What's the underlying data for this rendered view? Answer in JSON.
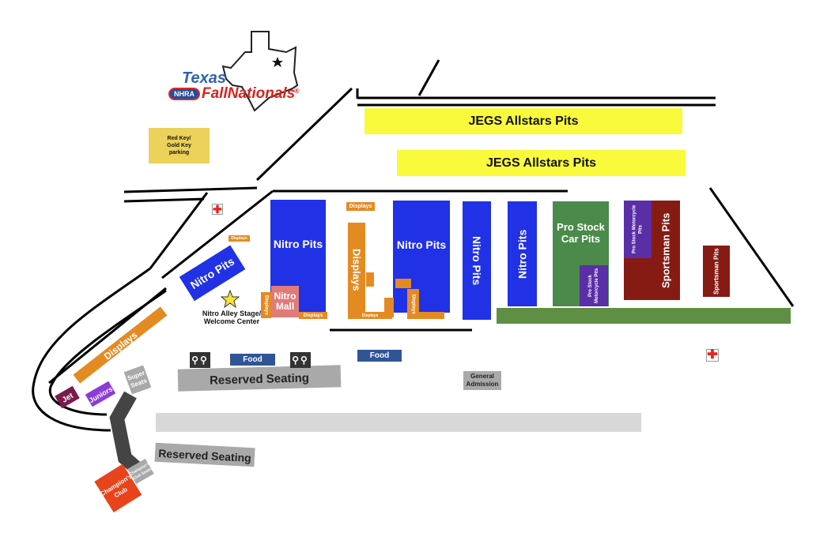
{
  "logo": {
    "line1": "Texas",
    "badge": "NHRA",
    "line2": "FallNationals",
    "reg": "®"
  },
  "zones": {
    "jegs_top": "JEGS Allstars Pits",
    "jegs_bottom": "JEGS Allstars Pits",
    "red_key_line1": "Red Key/",
    "red_key_line2": "Gold Key",
    "red_key_line3": "parking",
    "nitro_pits_angled": "Nitro Pits",
    "nitro_pits_1": "Nitro Pits",
    "nitro_pits_2": "Nitro Pits",
    "nitro_pits_3": "Nitro Pits",
    "nitro_pits_4": "Nitro Pits",
    "nitro_mall_line1": "Nitro",
    "nitro_mall_line2": "Mall",
    "displays_a": "Displays",
    "displays_b": "Displays",
    "displays_c": "Displays",
    "displays_d": "Displays",
    "displays_e": "Displays",
    "displays_f": "Displays",
    "displays_g": "Displays",
    "displays_h": "Displays",
    "pro_stock_car_line1": "Pro Stock",
    "pro_stock_car_line2": "Car Pits",
    "pro_stock_moto_upper": "Pro Stock Motorcycle Pits",
    "pro_stock_moto_lower": "Pro Stock Motorcycle Pits",
    "sportsman_pits_main": "Sportsman Pits",
    "sportsman_pits_small": "Sportsman Pits",
    "nitro_alley_line1": "Nitro Alley Stage/",
    "nitro_alley_line2": "Welcome Center",
    "food_1": "Food",
    "food_2": "Food",
    "reserved_seating_1": "Reserved Seating",
    "reserved_seating_2": "Reserved Seating",
    "general_admission_line1": "General",
    "general_admission_line2": "Admission",
    "super_seats_line1": "Super",
    "super_seats_line2": "Seats",
    "jet": "Jet",
    "juniors": "Juniors",
    "champions_club_line1": "Champion's",
    "champions_club_line2": "Club",
    "champions_small_line1": "Champion's",
    "champions_small_line2": "Club Seats"
  },
  "colors": {
    "jegs_yellow": "#fafa3c",
    "nitro_blue": "#2131e6",
    "displays_orange": "#e38b22",
    "pro_stock_green": "#4b8a4a",
    "moto_purple": "#5a2ea6",
    "sportsman_maroon": "#861b14",
    "nitro_mall_pink": "#e07b78",
    "reserved_gray": "#a9a9a9",
    "food_navy": "#2f5597",
    "parking_gold": "#ecd15a",
    "first_aid_red": "#e8251f",
    "champions_red": "#e8431b",
    "jet_maroon": "#7a1b4b",
    "juniors_violet": "#8a3cd8",
    "walkway_green": "#5f8f44",
    "track_gray": "#d8d8d8"
  }
}
